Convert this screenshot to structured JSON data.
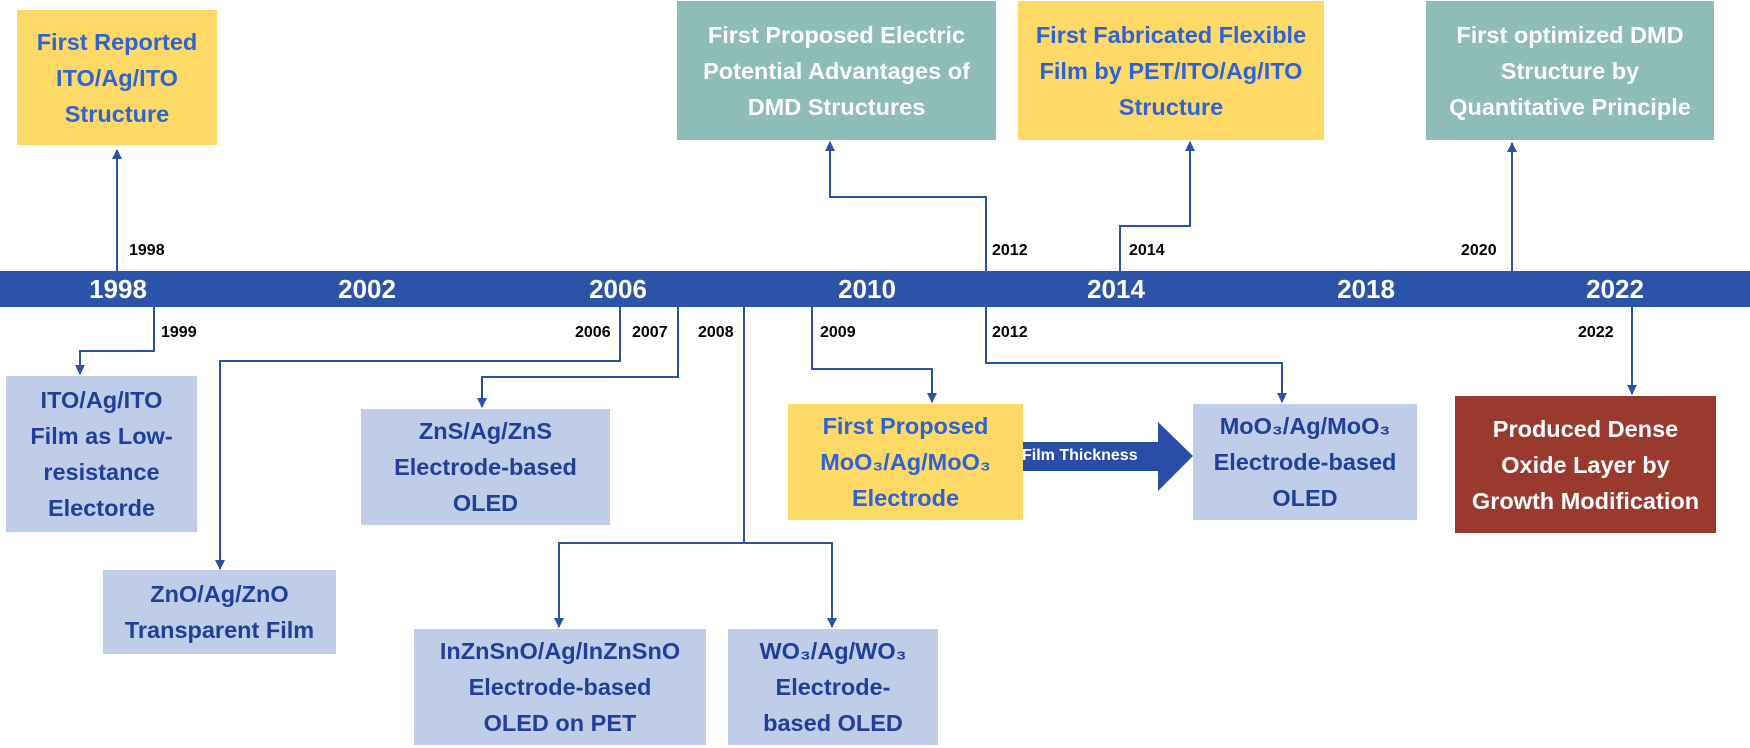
{
  "band_years": [
    "1998",
    "2002",
    "2006",
    "2010",
    "2014",
    "2018",
    "2022"
  ],
  "event_years": {
    "y1998_top": "1998",
    "y1999": "1999",
    "y2006": "2006",
    "y2007": "2007",
    "y2008": "2008",
    "y2009": "2009",
    "y2012_top": "2012",
    "y2012_bottom": "2012",
    "y2014": "2014",
    "y2020": "2020",
    "y2022": "2022"
  },
  "boxes": {
    "first_reported": [
      "First Reported",
      "ITO/Ag/ITO",
      "Structure"
    ],
    "first_proposed_electric": [
      "First Proposed Electric",
      "Potential Advantages of",
      "DMD Structures"
    ],
    "first_fabricated_flexible": [
      "First Fabricated Flexible",
      "Film by PET/ITO/Ag/ITO",
      "Structure"
    ],
    "first_optimized_dmd": [
      "First optimized DMD",
      "Structure by",
      "Quantitative Principle"
    ],
    "ito_film_low_resistance": [
      "ITO/Ag/ITO",
      "Film as Low-",
      "resistance",
      "Electorde"
    ],
    "zns_oled": [
      "ZnS/Ag/ZnS",
      "Electrode-based",
      "OLED"
    ],
    "zno_transparent_film": [
      "ZnO/Ag/ZnO",
      "Transparent Film"
    ],
    "inznsno_oled_pet": [
      "InZnSnO/Ag/InZnSnO",
      "Electrode-based",
      "OLED on PET"
    ],
    "wo3_oled": [
      "WO₃/Ag/WO₃",
      "Electrode-",
      "based OLED"
    ],
    "first_proposed_moo3": [
      "First Proposed",
      "MoO₃/Ag/MoO₃",
      "Electrode"
    ],
    "moo3_oled": [
      "MoO₃/Ag/MoO₃",
      "Electrode-based",
      "OLED"
    ],
    "dense_oxide_layer": [
      "Produced Dense",
      "Oxide Layer by",
      "Growth Modification"
    ]
  },
  "film_thickness_label": "Film Thickness",
  "colors": {
    "timeline_band": "#2b53a8",
    "connector": "#2a52a8",
    "light_blue_box": "#bfcde8",
    "yellow_box": "#fed966",
    "teal_box": "#8ebcb9",
    "red_box": "#9a3a2e",
    "dark_blue_text": "#1f3f9a",
    "bright_blue_text": "#2d63d6"
  }
}
